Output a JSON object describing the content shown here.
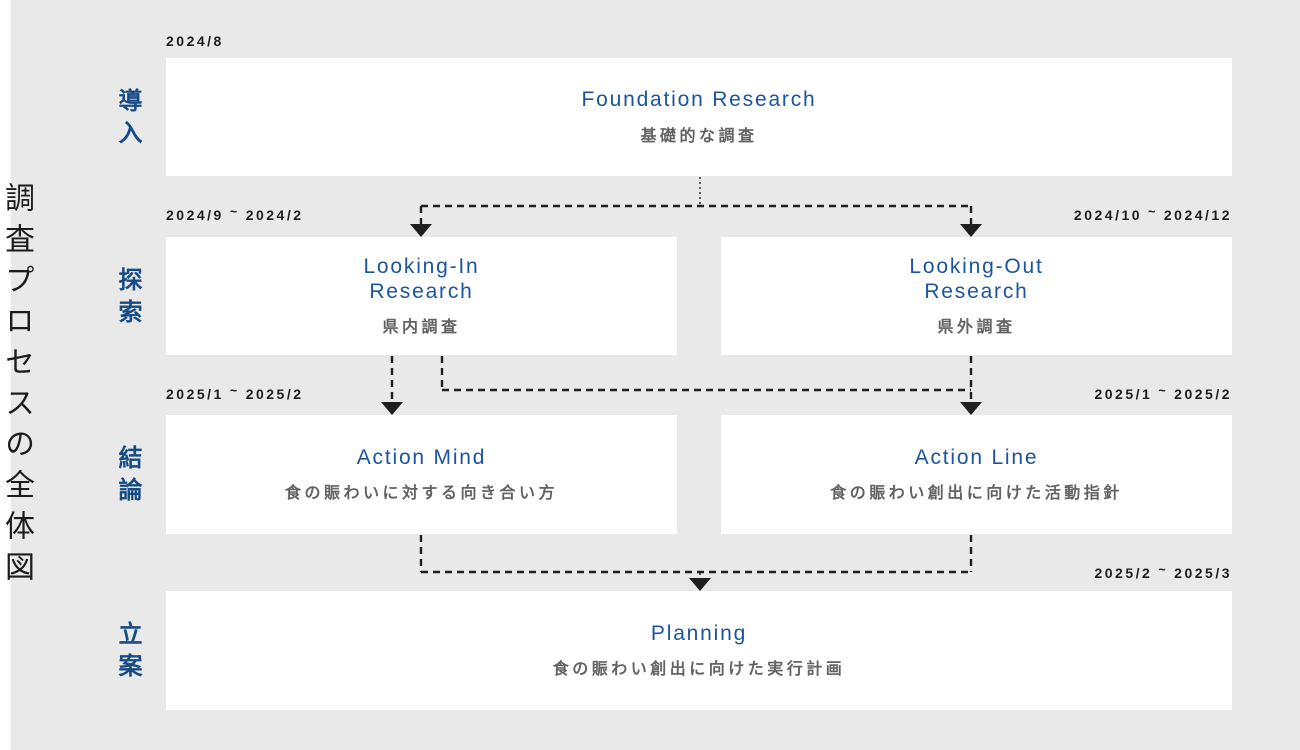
{
  "diagram": {
    "vertical_title": "調査プロセスの全体図",
    "stages": [
      {
        "label": "導入"
      },
      {
        "label": "探索"
      },
      {
        "label": "結論"
      },
      {
        "label": "立案"
      }
    ],
    "boxes": [
      {
        "title": "Foundation Research",
        "subtitle": "基礎的な調査",
        "date": {
          "start": "2024/8",
          "tilde": "",
          "end": ""
        }
      },
      {
        "title": "Looking-In\nResearch",
        "subtitle": "県内調査",
        "date": {
          "start": "2024/9",
          "tilde": "~",
          "end": "2024/2"
        }
      },
      {
        "title": "Looking-Out\nResearch",
        "subtitle": "県外調査",
        "date": {
          "start": "2024/10",
          "tilde": "~",
          "end": "2024/12"
        }
      },
      {
        "title": "Action Mind",
        "subtitle": "食の賑わいに対する向き合い方",
        "date": {
          "start": "2025/1",
          "tilde": "~",
          "end": "2025/2"
        }
      },
      {
        "title": "Action Line",
        "subtitle": "食の賑わい創出に向けた活動指針",
        "date": {
          "start": "2025/1",
          "tilde": "~",
          "end": "2025/2"
        }
      },
      {
        "title": "Planning",
        "subtitle": "食の賑わい創出に向けた実行計画",
        "date": {
          "start": "2025/2",
          "tilde": "~",
          "end": "2025/3"
        }
      }
    ],
    "colors": {
      "background": "#e9e9e9",
      "box_white": "#ffffff",
      "title_blue": "#1b55a0",
      "stage_blue": "#174b85",
      "subtitle_gray": "#636363",
      "date_black": "#1d1d1d",
      "connector_black": "#1f1f1f"
    }
  }
}
